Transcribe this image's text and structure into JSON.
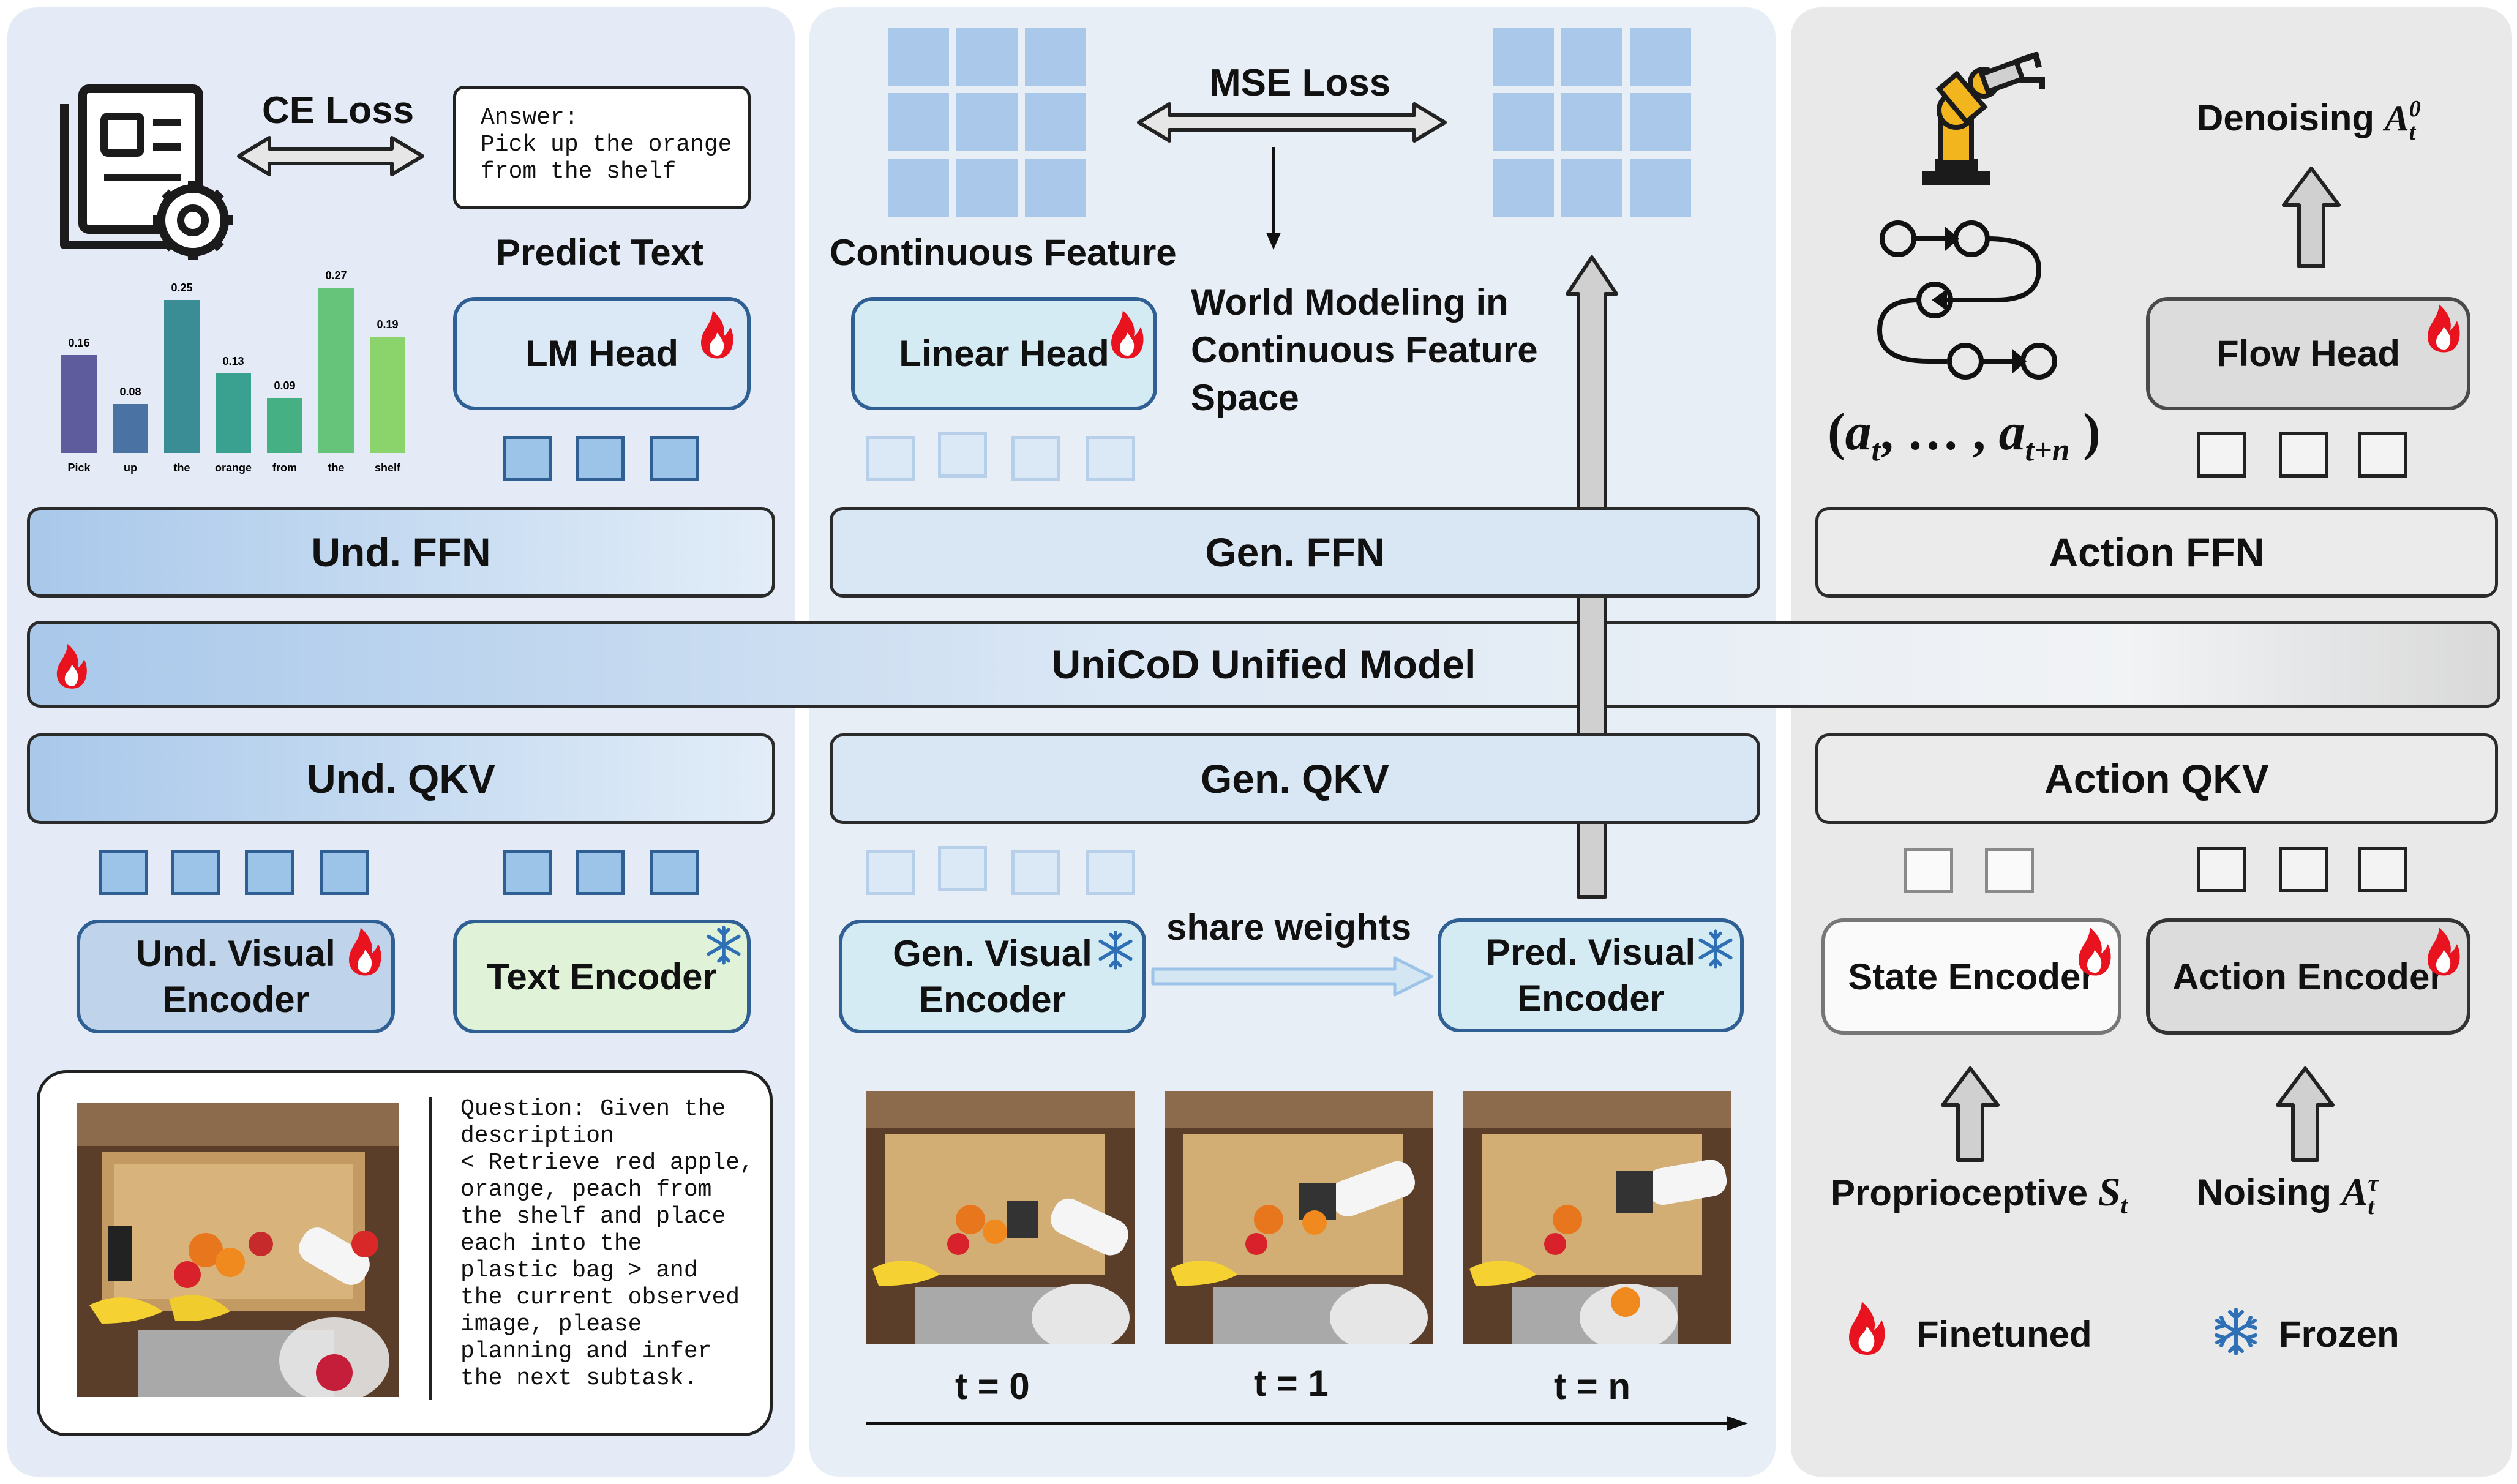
{
  "understanding": {
    "ce_loss": "CE Loss",
    "answer_text": "Answer:\nPick up the orange\nfrom the shelf",
    "predict_text": "Predict Text",
    "lm_head": "LM Head",
    "ffn": "Und. FFN",
    "qkv": "Und. QKV",
    "visual_encoder": "Und. Visual\nEncoder",
    "text_encoder": "Text Encoder",
    "question": "Question: Given the\ndescription\n< Retrieve red apple,\norange, peach from\nthe shelf and place\neach into the\nplastic bag > and\nthe current observed\nimage, please\nplanning and infer\nthe next subtask."
  },
  "chart_data": {
    "type": "bar",
    "categories": [
      "Pick",
      "up",
      "the",
      "orange",
      "from",
      "the",
      "shelf"
    ],
    "values": [
      0.16,
      0.08,
      0.25,
      0.13,
      0.09,
      0.27,
      0.19
    ],
    "colors": [
      "#5e5c9c",
      "#4a72a3",
      "#3a8c95",
      "#3aa08f",
      "#45b083",
      "#66c47a",
      "#8bd46c"
    ],
    "ylim": [
      0,
      0.3
    ]
  },
  "generation": {
    "mse_loss": "MSE Loss",
    "continuous_feature": "Continuous Feature",
    "linear_head": "Linear Head",
    "world_modeling": "World Modeling in\nContinuous Feature\nSpace",
    "ffn": "Gen. FFN",
    "qkv": "Gen. QKV",
    "visual_encoder": "Gen. Visual\nEncoder",
    "share_weights": "share weights",
    "pred_encoder": "Pred. Visual\nEncoder",
    "timesteps": [
      "t = 0",
      "t = 1",
      "t = n"
    ]
  },
  "action": {
    "denoising": "Denoising ",
    "denoising_sym": "A",
    "denoising_sub": "t",
    "denoising_sup": "0",
    "sequence_a": "a",
    "sequence_t": "t",
    "sequence_mid": ", … , ",
    "sequence_tn": "t+n",
    "flow_head": "Flow Head",
    "ffn": "Action FFN",
    "qkv": "Action QKV",
    "state_encoder": "State Encoder",
    "action_encoder": "Action Encoder",
    "proprioceptive": "Proprioceptive ",
    "proprio_sym": "S",
    "proprio_sub": "t",
    "noising": "Noising ",
    "noising_sym": "A",
    "noising_sub": "t",
    "noising_sup": "τ",
    "legend_finetuned": "Finetuned",
    "legend_frozen": "Frozen"
  },
  "unified_model": "UniCoD Unified Model"
}
